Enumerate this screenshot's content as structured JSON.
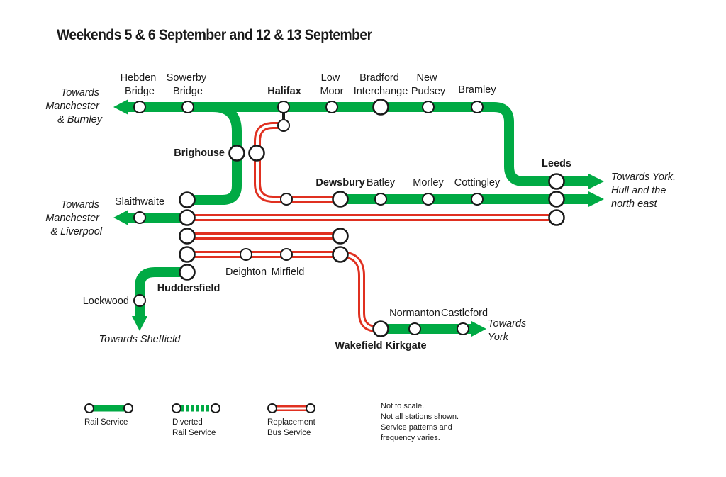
{
  "title": "Weekends 5 & 6 September and 12 & 13 September",
  "colors": {
    "rail": "#00aa44",
    "bus": "#e03020",
    "station_outline": "#1a1a1a"
  },
  "stations": {
    "hebden_bridge": [
      "Hebden",
      "Bridge"
    ],
    "sowerby_bridge": [
      "Sowerby",
      "Bridge"
    ],
    "halifax": "Halifax",
    "low_moor": [
      "Low",
      "Moor"
    ],
    "bradford_interchange": [
      "Bradford",
      "Interchange"
    ],
    "new_pudsey": [
      "New",
      "Pudsey"
    ],
    "bramley": "Bramley",
    "brighouse": "Brighouse",
    "leeds": "Leeds",
    "dewsbury": "Dewsbury",
    "batley": "Batley",
    "morley": "Morley",
    "cottingley": "Cottingley",
    "slaithwaite": "Slaithwaite",
    "deighton": "Deighton",
    "mirfield": "Mirfield",
    "huddersfield": "Huddersfield",
    "lockwood": "Lockwood",
    "normanton": "Normanton",
    "castleford": "Castleford",
    "wakefield_kirkgate": "Wakefield Kirkgate"
  },
  "destinations": {
    "manchester_burnley": [
      "Towards",
      "Manchester",
      "& Burnley"
    ],
    "manchester_liverpool": [
      "Towards",
      "Manchester",
      "& Liverpool"
    ],
    "york_hull": [
      "Towards York,",
      "Hull and the",
      "north east"
    ],
    "york": [
      "Towards",
      "York"
    ],
    "sheffield": "Towards Sheffield"
  },
  "legend": {
    "rail": "Rail Service",
    "diverted": [
      "Diverted",
      "Rail Service"
    ],
    "bus": [
      "Replacement",
      "Bus Service"
    ]
  },
  "notes": [
    "Not to scale.",
    "Not all stations shown.",
    "Service patterns and",
    "frequency varies."
  ]
}
